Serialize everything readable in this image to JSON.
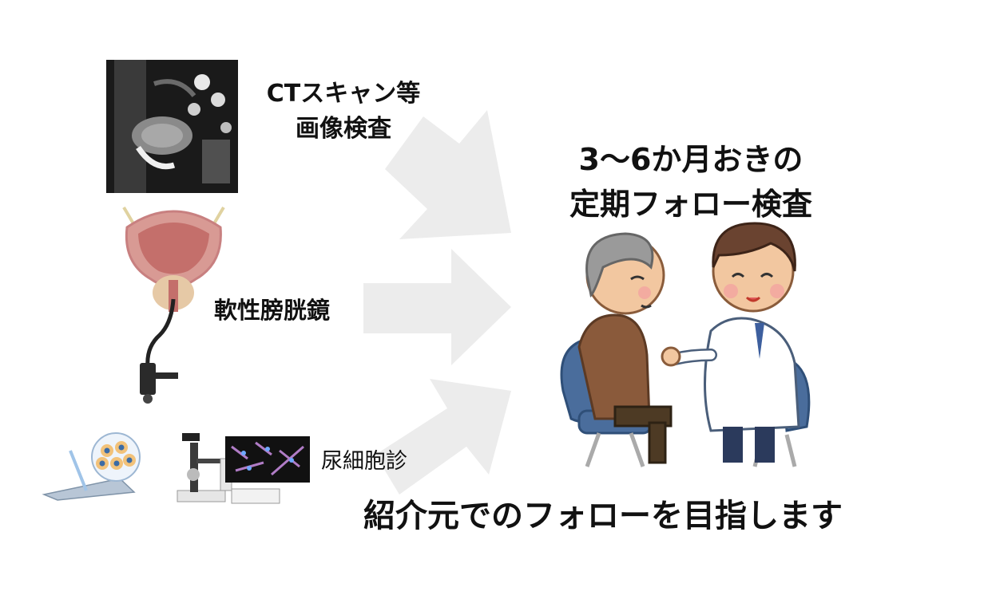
{
  "diagram": {
    "exams": [
      {
        "label_lines": [
          "CTスキャン等",
          "画像検査"
        ],
        "icon": "ct-scan-image"
      },
      {
        "label_lines": [
          "軟性膀胱鏡"
        ],
        "icon": "flexible-cystoscope-illustration"
      },
      {
        "label_lines": [
          "尿細胞診"
        ],
        "icon": "microscope-cytology-illustration"
      }
    ],
    "result": {
      "title_lines": [
        "3〜6か月おきの",
        "定期フォロー検査"
      ],
      "icon": "doctor-patient-consultation-illustration"
    },
    "footer": "紹介元でのフォローを目指します",
    "colors": {
      "arrow": "#ececec",
      "text": "#111111",
      "lab_coat": "#ffffff",
      "chair": "#4a6d9c",
      "patient_sweater": "#8a5a3b"
    }
  }
}
